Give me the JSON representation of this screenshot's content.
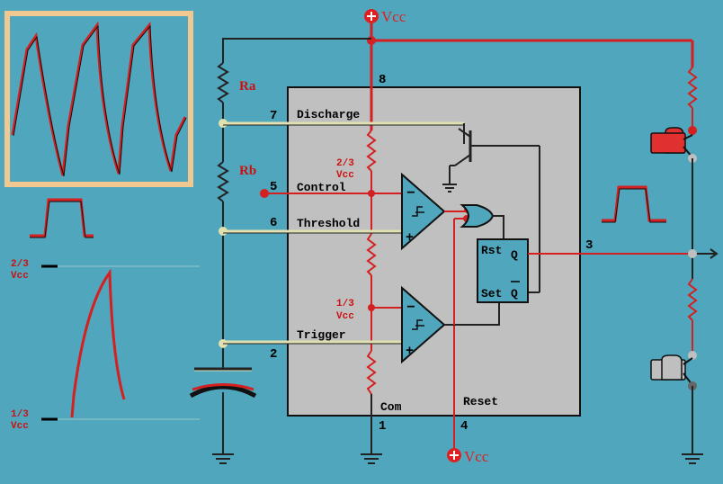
{
  "colors": {
    "background": "#4fa6bd",
    "chip": "#c0c0c0",
    "wire_red": "#d42020",
    "wire_dark": "#222222",
    "scope_border": "#f0c890",
    "led_red": "#e03030",
    "led_gray": "#bfbfbf"
  },
  "supply": {
    "top_label": "Vcc",
    "bottom_label": "Vcc"
  },
  "resistors": {
    "ra": "Ra",
    "rb": "Rb"
  },
  "pins": {
    "p8": "8",
    "p7": "7",
    "p5": "5",
    "p6": "6",
    "p2": "2",
    "p3": "3",
    "p1": "1",
    "p4": "4"
  },
  "pin_labels": {
    "discharge": "Discharge",
    "control": "Control",
    "threshold": "Threshold",
    "trigger": "Trigger",
    "com": "Com",
    "reset": "Reset"
  },
  "divider": {
    "upper_frac": "2/3",
    "upper_unit": "Vcc",
    "lower_frac": "1/3",
    "lower_unit": "Vcc"
  },
  "flipflop": {
    "rst": "Rst",
    "set": "Set",
    "q": "Q",
    "q_bar": "Q"
  },
  "capacitor_graph": {
    "top_frac": "2/3",
    "top_unit": "Vcc",
    "bottom_frac": "1/3",
    "bottom_unit": "Vcc"
  },
  "icons": {
    "scope": "oscilloscope-sawtooth-icon",
    "pulse": "square-pulse-icon",
    "led_on": "red-led-icon",
    "led_off": "gray-led-icon",
    "ground": "ground-icon",
    "vcc": "plus-supply-icon"
  }
}
